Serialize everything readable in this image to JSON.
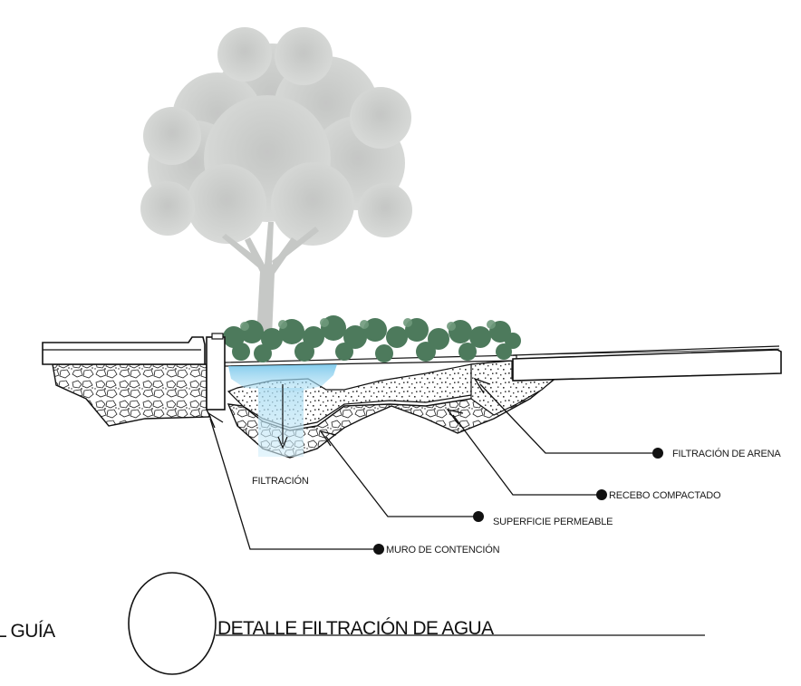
{
  "labels": {
    "filtracion_arena": "FILTRACIÓN DE ARENA",
    "recebo_compactado": "RECEBO COMPACTADO",
    "superficie_permeable": "SUPERFICIE PERMEABLE",
    "muro_contencion": "MURO DE CONTENCIÓN",
    "filtracion": "FILTRACIÓN"
  },
  "footer": {
    "left_fragment": "L GUÍA",
    "title": "DETALLE  FILTRACIÓN DE AGUA"
  },
  "colors": {
    "tree": "#c9cbc9",
    "shrubs": "#4d7a5c",
    "water": "#8fd0ec",
    "ink": "#111111"
  }
}
